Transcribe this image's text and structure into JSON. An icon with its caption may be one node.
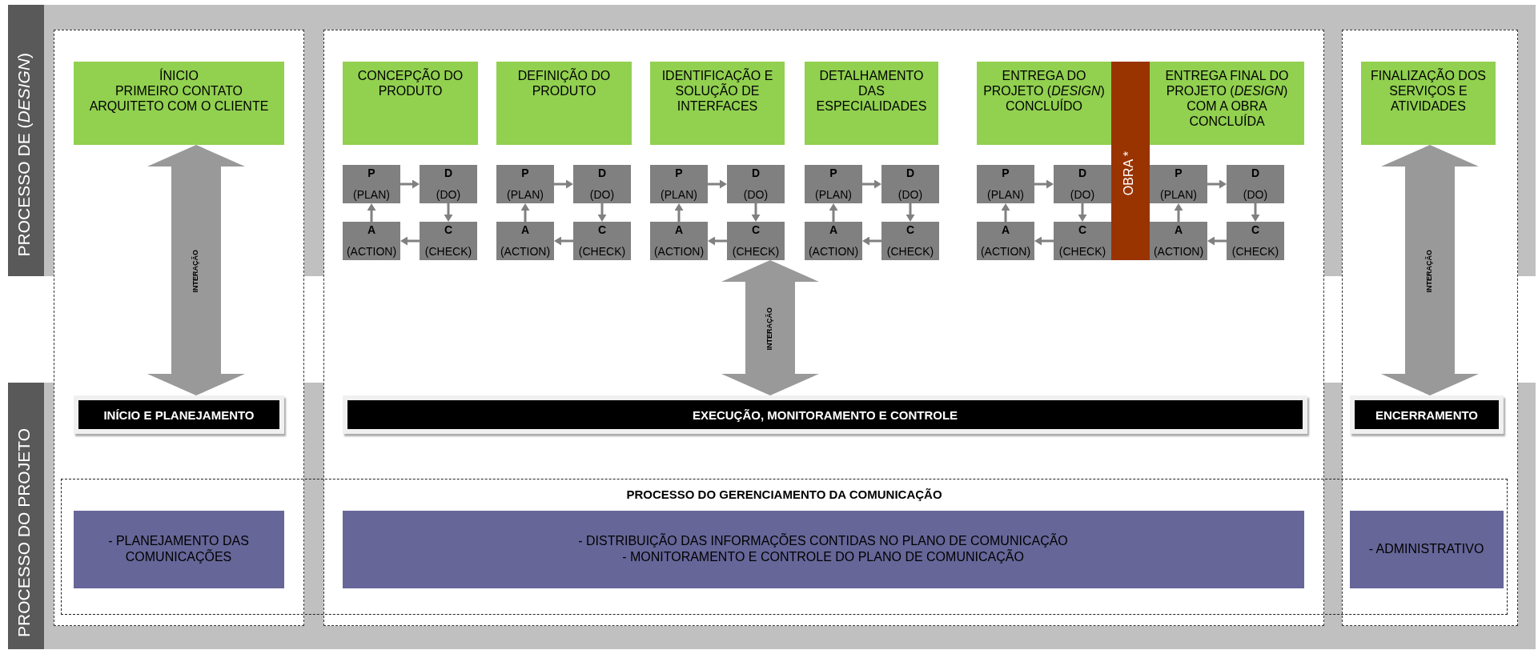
{
  "diagram": {
    "nodes": [
      {
        "text": [
          "PROCESSO DE (*DESIGN*)"
        ]
      },
      {
        "text": [
          "PROCESSO DO PROJETO"
        ]
      },
      {
        "text": [
          "ÍNICIO",
          "PRIMEIRO CONTATO ARQUITETO COM O CLIENTE"
        ]
      },
      {
        "text": [
          "CONCEPÇÃO DO PRODUTO"
        ]
      },
      {
        "text": [
          "DEFINIÇÃO DO PRODUTO"
        ]
      },
      {
        "text": [
          "IDENTIFICAÇÃO E SOLUÇÃO DE INTERFACES"
        ]
      },
      {
        "text": [
          "DETALHAMENTO DAS ESPECIALIDADES"
        ]
      },
      {
        "text": [
          "ENTREGA DO PROJETO (*DESIGN*) CONCLUÍDO"
        ]
      },
      {
        "text": [
          "OBRA *"
        ]
      },
      {
        "text": [
          "ENTREGA FINAL DO PROJETO (*DESIGN*) COM A OBRA CONCLUÍDA"
        ]
      },
      {
        "text": [
          "FINALIZAÇÃO DOS SERVIÇOS E ATIVIDADES"
        ]
      },
      {
        "text": [
          "P",
          "(PLAN)"
        ]
      },
      {
        "text": [
          "D",
          "(DO)"
        ]
      },
      {
        "text": [
          "A",
          "(ACTION)"
        ]
      },
      {
        "text": [
          "C",
          "(CHECK)"
        ]
      },
      {
        "text": [
          "P",
          "(PLAN)"
        ]
      },
      {
        "text": [
          "D",
          "(DO)"
        ]
      },
      {
        "text": [
          "A",
          "(ACTION)"
        ]
      },
      {
        "text": [
          "C",
          "(CHECK)"
        ]
      },
      {
        "text": [
          "P",
          "(PLAN)"
        ]
      },
      {
        "text": [
          "D",
          "(DO)"
        ]
      },
      {
        "text": [
          "A",
          "(ACTION)"
        ]
      },
      {
        "text": [
          "C",
          "(CHECK)"
        ]
      },
      {
        "text": [
          "P",
          "(PLAN)"
        ]
      },
      {
        "text": [
          "D",
          "(DO)"
        ]
      },
      {
        "text": [
          "A",
          "(ACTION)"
        ]
      },
      {
        "text": [
          "C",
          "(CHECK)"
        ]
      },
      {
        "text": [
          "P",
          "(PLAN)"
        ]
      },
      {
        "text": [
          "D",
          "(DO)"
        ]
      },
      {
        "text": [
          "A",
          "(ACTION)"
        ]
      },
      {
        "text": [
          "C",
          "(CHECK)"
        ]
      },
      {
        "text": [
          "P",
          "(PLAN)"
        ]
      },
      {
        "text": [
          "D",
          "(DO)"
        ]
      },
      {
        "text": [
          "A",
          "(ACTION)"
        ]
      },
      {
        "text": [
          "C",
          "(CHECK)"
        ]
      },
      {
        "text": [
          "INÍCIO E PLANEJAMENTO"
        ]
      },
      {
        "text": [
          "EXECUÇÃO, MONITORAMENTO E CONTROLE"
        ]
      },
      {
        "text": [
          "ENCERRAMENTO"
        ]
      },
      {
        "text": [
          "PROCESSO DO GERENCIAMENTO DA COMUNICAÇÃO"
        ]
      },
      {
        "text": [
          "- PLANEJAMENTO DAS COMUNICAÇÕES"
        ],
        "in": 38
      },
      {
        "text": [
          "- DISTRIBUIÇÃO DAS INFORMAÇÕES CONTIDAS NO PLANO DE COMUNICAÇÃO",
          "- MONITORAMENTO E CONTROLE DO PLANO DE COMUNICAÇÃO"
        ],
        "in": 38
      },
      {
        "text": [
          "- ADMINISTRATIVO"
        ],
        "in": 38
      }
    ],
    "edges": [
      {
        "from": 11,
        "to": 12,
        "arrow": "to"
      },
      {
        "from": 12,
        "to": 14,
        "arrow": "to"
      },
      {
        "from": 14,
        "to": 13,
        "arrow": "to"
      },
      {
        "from": 13,
        "to": 11,
        "arrow": "to"
      },
      {
        "from": 15,
        "to": 16,
        "arrow": "to"
      },
      {
        "from": 16,
        "to": 18,
        "arrow": "to"
      },
      {
        "from": 18,
        "to": 17,
        "arrow": "to"
      },
      {
        "from": 17,
        "to": 15,
        "arrow": "to"
      },
      {
        "from": 19,
        "to": 20,
        "arrow": "to"
      },
      {
        "from": 20,
        "to": 22,
        "arrow": "to"
      },
      {
        "from": 22,
        "to": 21,
        "arrow": "to"
      },
      {
        "from": 21,
        "to": 19,
        "arrow": "to"
      },
      {
        "from": 23,
        "to": 24,
        "arrow": "to"
      },
      {
        "from": 24,
        "to": 26,
        "arrow": "to"
      },
      {
        "from": 26,
        "to": 25,
        "arrow": "to"
      },
      {
        "from": 25,
        "to": 23,
        "arrow": "to"
      },
      {
        "from": 27,
        "to": 28,
        "arrow": "to"
      },
      {
        "from": 28,
        "to": 30,
        "arrow": "to"
      },
      {
        "from": 30,
        "to": 29,
        "arrow": "to"
      },
      {
        "from": 29,
        "to": 27,
        "arrow": "to"
      },
      {
        "from": 31,
        "to": 32,
        "arrow": "to"
      },
      {
        "from": 32,
        "to": 34,
        "arrow": "to"
      },
      {
        "from": 34,
        "to": 33,
        "arrow": "to"
      },
      {
        "from": 33,
        "to": 31,
        "arrow": "to"
      },
      {
        "from": 2,
        "to": 35,
        "arrow": "both",
        "label": "INTERAÇÃO",
        "style": "thick",
        "color": "#999999"
      },
      {
        "from": 22,
        "to": 36,
        "arrow": "both",
        "label": "INTERAÇÃO",
        "style": "thick",
        "color": "#999999"
      },
      {
        "from": 10,
        "to": 37,
        "arrow": "both",
        "label": "INTERAÇÃO",
        "style": "thick",
        "color": "#999999"
      }
    ]
  }
}
